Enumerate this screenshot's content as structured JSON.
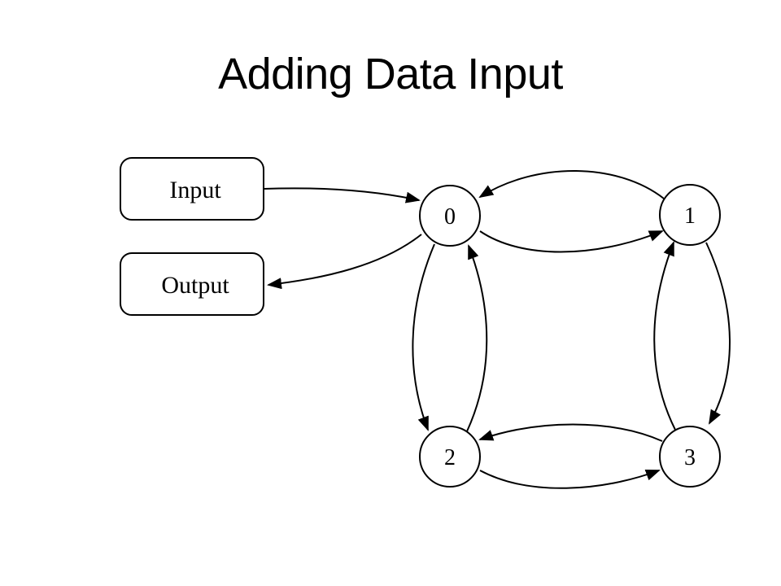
{
  "slide": {
    "title": "Adding Data Input"
  },
  "diagram": {
    "boxes": {
      "input": "Input",
      "output": "Output"
    },
    "nodes": [
      "0",
      "1",
      "2",
      "3"
    ],
    "edges": [
      {
        "from": "Input",
        "to": "0"
      },
      {
        "from": "0",
        "to": "Output"
      },
      {
        "from": "0",
        "to": "1"
      },
      {
        "from": "1",
        "to": "0"
      },
      {
        "from": "0",
        "to": "2"
      },
      {
        "from": "2",
        "to": "0"
      },
      {
        "from": "1",
        "to": "3"
      },
      {
        "from": "3",
        "to": "1"
      },
      {
        "from": "2",
        "to": "3"
      },
      {
        "from": "3",
        "to": "2"
      }
    ],
    "colors": {
      "stroke": "#000000",
      "fill": "#ffffff"
    }
  }
}
